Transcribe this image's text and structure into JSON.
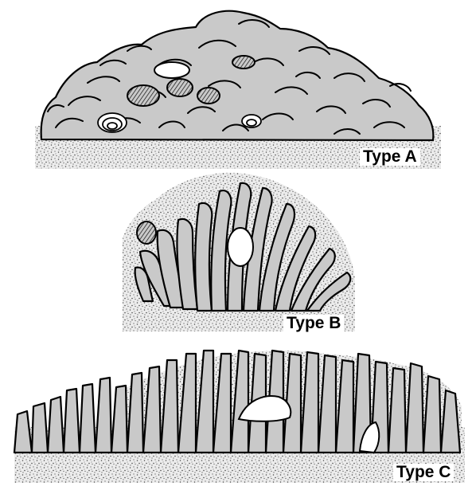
{
  "figure": {
    "panels": [
      {
        "id": "a",
        "label": "Type A"
      },
      {
        "id": "b",
        "label": "Type B"
      },
      {
        "id": "c",
        "label": "Type C"
      }
    ]
  },
  "colors": {
    "ink": "#000000",
    "rock_fill": "#c9c9c9",
    "sediment_base": "#ececec",
    "stipple": "#555555",
    "background": "#ffffff"
  }
}
